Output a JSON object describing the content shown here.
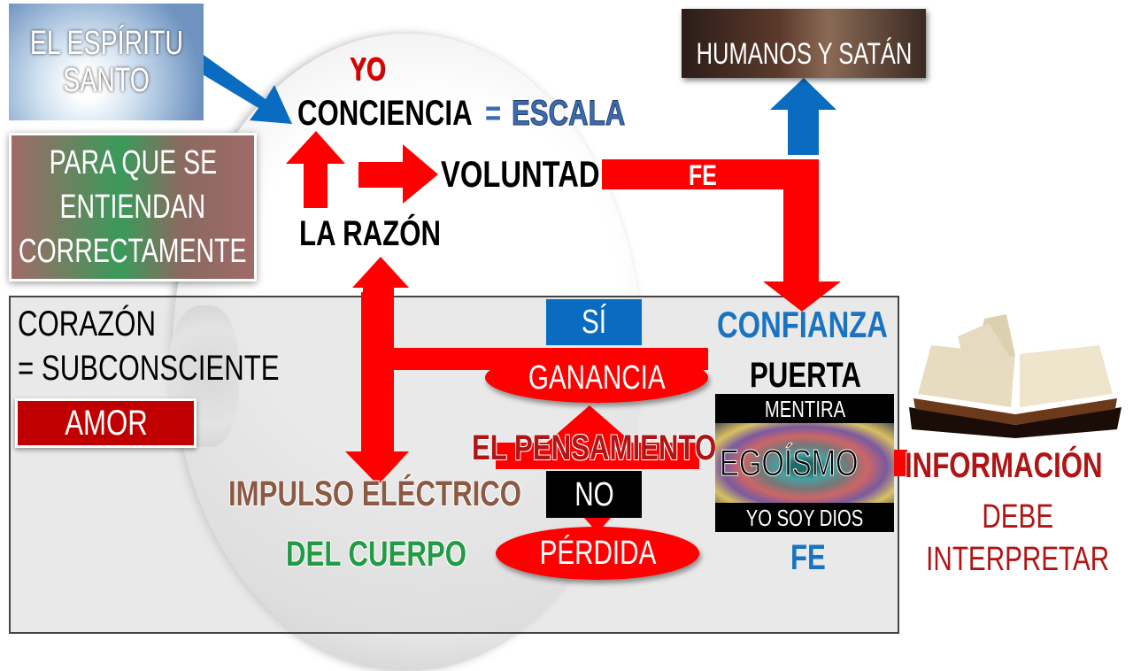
{
  "spirit": {
    "line1": "EL ESPÍRITU",
    "line2": "SANTO"
  },
  "para": {
    "line1": "PARA QUE SE",
    "line2": "ENTIENDAN",
    "line3": "CORRECTAMENTE"
  },
  "yo": "YO",
  "conciencia": "CONCIENCIA",
  "equals": "=",
  "escala": "ESCALA",
  "voluntad": "VOLUNTAD",
  "fe_top": "FE",
  "razon": "LA RAZÓN",
  "humanos": "HUMANOS Y SATÁN",
  "corazon": {
    "line1": "CORAZÓN",
    "line2": "= SUBCONSCIENTE"
  },
  "amor": "AMOR",
  "si": "SÍ",
  "ganancia": "GANANCIA",
  "pensamiento": "EL PENSAMIENTO",
  "no": "NO",
  "perdida": "PÉRDIDA",
  "impulso": "IMPULSO ELÉCTRICO",
  "cuerpo": "DEL CUERPO",
  "confianza": "CONFIANZA",
  "puerta": "PUERTA",
  "mentira": "MENTIRA",
  "egoismo": "EGOÍSMO",
  "yo_soy_dios": "YO SOY DIOS",
  "fe_bottom": "FE",
  "informacion": "INFORMACIÓN",
  "debe": "DEBE",
  "interpretar": "INTERPRETAR",
  "colors": {
    "red": "#ff0000",
    "blue": "#1a73c0",
    "darkred": "#b01515",
    "brown": "#8b5a44",
    "green": "#239a45"
  }
}
